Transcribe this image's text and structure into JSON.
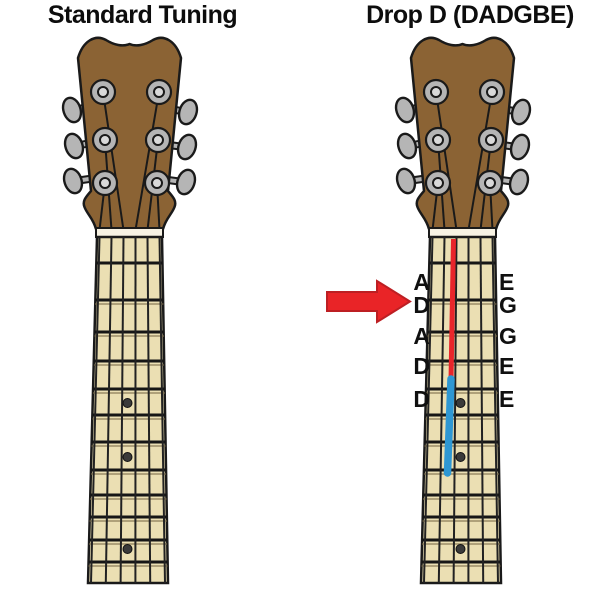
{
  "illustration": {
    "left_title": "Standard Tuning",
    "right_title": "Drop D (DADGBE)"
  },
  "notes": {
    "rows": [
      {
        "left": "A",
        "right": "E"
      },
      {
        "left": "D",
        "right": "G"
      },
      {
        "left": "A",
        "right": "G"
      },
      {
        "left": "D",
        "right": "E"
      },
      {
        "left": "D",
        "right": "E"
      }
    ]
  },
  "colors": {
    "arrow_red": "#e92427",
    "string_highlight_red": "#e8252a",
    "string_highlight_blue": "#2e97d3",
    "headstock_brown": "#8b6334",
    "fretboard_cream": "#ebdfb3",
    "nut_white": "#f7f2e3",
    "tuner_gray": "#b5b5b5",
    "text_black": "#111111"
  }
}
